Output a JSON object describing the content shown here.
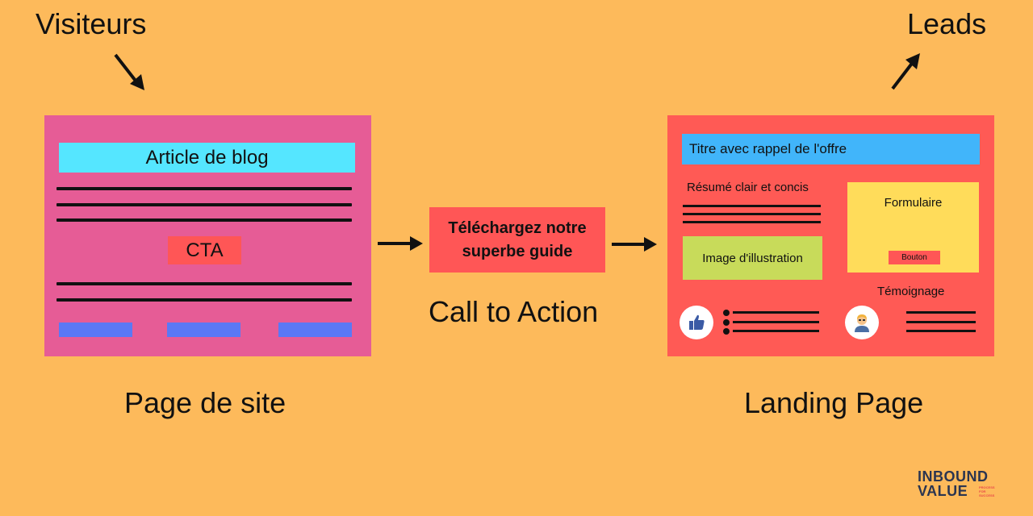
{
  "labels": {
    "visitors": "Visiteurs",
    "leads": "Leads",
    "site_page": "Page de site",
    "call_to_action": "Call to Action",
    "landing_page": "Landing Page"
  },
  "site_page": {
    "article_title": "Article de blog",
    "cta": "CTA"
  },
  "cta_box": {
    "line1": "Téléchargez notre",
    "line2": "superbe guide"
  },
  "landing": {
    "title": "Titre avec rappel de l'offre",
    "summary": "Résumé clair et concis",
    "form_title": "Formulaire",
    "button": "Bouton",
    "image": "Image d'illustration",
    "testimonial": "Témoignage"
  },
  "logo": {
    "line1": "INBOUND",
    "line2": "VALUE",
    "tagline1": "PROCESS",
    "tagline2": "FOR",
    "tagline3": "SUCCESS"
  },
  "colors": {
    "background": "#FDBA5B",
    "site_page": "#E65C96",
    "article_bar": "#55E6FF",
    "cta": "#FF5656",
    "blue_blocks": "#5B78F5",
    "landing_page": "#FF5A55",
    "landing_title": "#41B5FA",
    "form": "#FFDC5A",
    "image": "#C8DB5A",
    "logo_dark": "#2B3550",
    "logo_red": "#E84A4A"
  },
  "icons": [
    "thumbs-up-icon",
    "person-avatar-icon"
  ]
}
